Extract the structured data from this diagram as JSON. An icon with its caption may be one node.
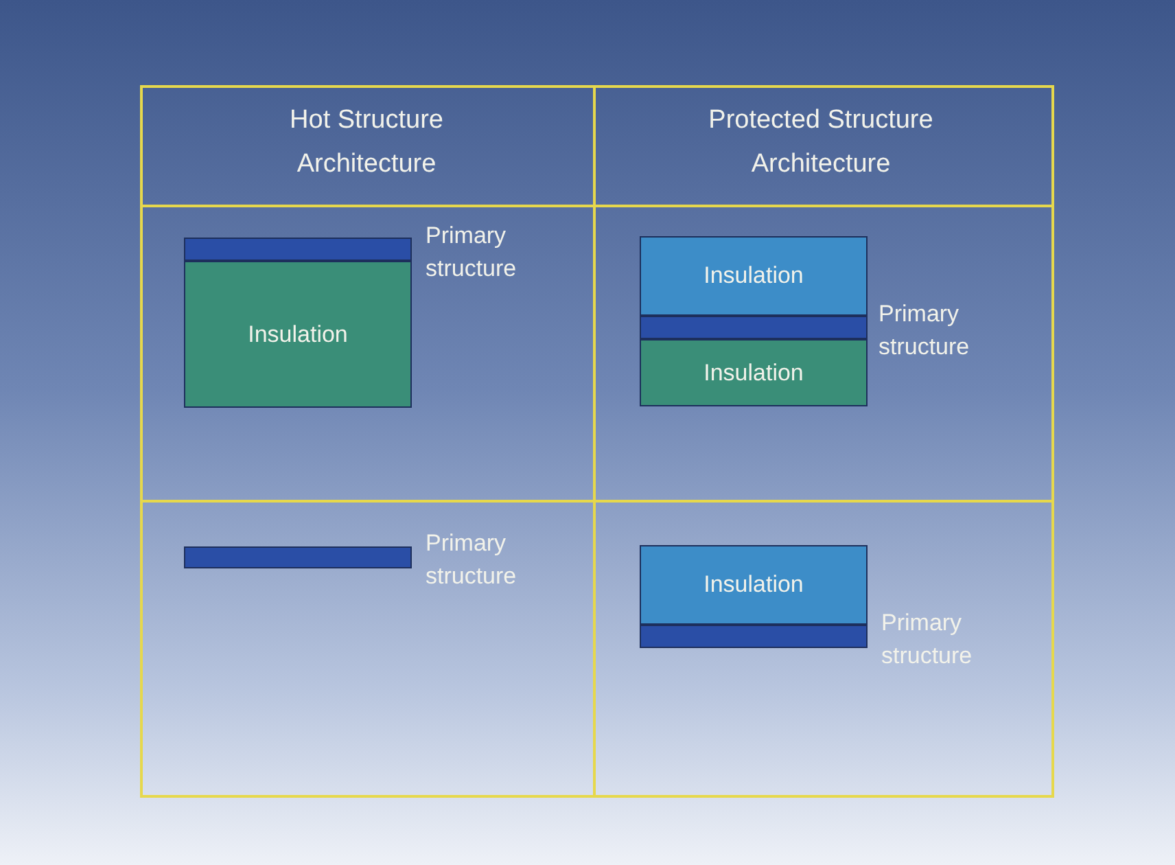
{
  "diagram": {
    "nodes": [
      {
        "text": [],
        "shape": "bar",
        "beside": [
          "Primary structure"
        ]
      },
      {
        "text": [
          "Insulation"
        ]
      },
      {
        "text": [
          "Insulation"
        ]
      },
      {
        "text": [],
        "shape": "bar",
        "beside": [
          "Primary structure"
        ]
      },
      {
        "text": [
          "Insulation"
        ]
      },
      {
        "text": [],
        "shape": "bar",
        "beside": [
          "Primary structure"
        ]
      },
      {
        "text": [
          "Insulation"
        ]
      },
      {
        "text": [],
        "shape": "bar",
        "beside": [
          "Primary structure"
        ]
      }
    ],
    "labels": [
      "Hot Structure Architecture",
      "Protected Structure Architecture"
    ]
  }
}
